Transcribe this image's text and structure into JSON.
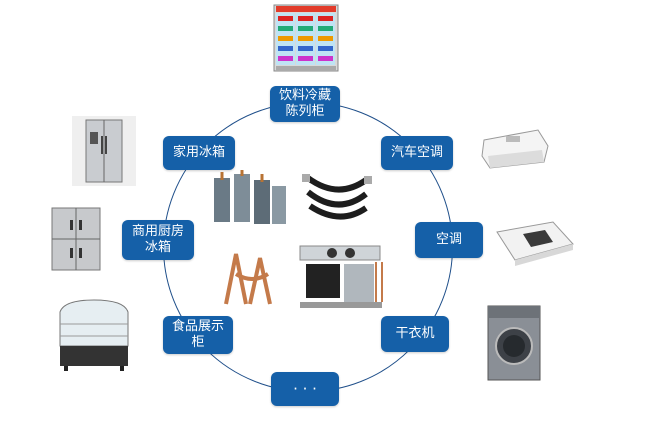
{
  "hub_labels": {
    "beverage_cabinet": "饮料冷藏\n陈列柜",
    "home_fridge": "家用冰箱",
    "car_ac": "汽车空调",
    "commercial_kitchen_fridge": "商用厨房\n冰箱",
    "ac": "空调",
    "food_display": "食品展示\n柜",
    "dryer": "干衣机",
    "more": "· · ·"
  },
  "colors": {
    "label_bg": "#1560a8",
    "ring": "#1f4f8a"
  }
}
